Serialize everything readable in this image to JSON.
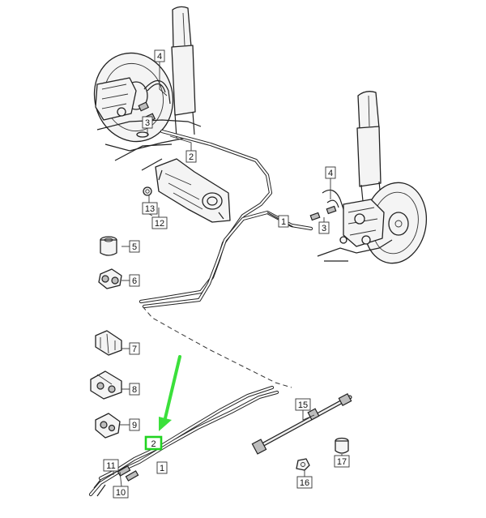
{
  "callouts": {
    "c1_upper": "1",
    "c1_lower": "1",
    "c2_upper": "2",
    "c2_lower": "2",
    "c3_left": "3",
    "c3_right": "3",
    "c4_left": "4",
    "c4_right": "4",
    "c5": "5",
    "c6": "6",
    "c7": "7",
    "c8": "8",
    "c9": "9",
    "c10": "10",
    "c11": "11",
    "c12": "12",
    "c13": "13",
    "c15": "15",
    "c16": "16",
    "c17": "17"
  },
  "highlight": {
    "target_callout": "2",
    "color": "#21d321",
    "arrow_color": "#3be03b"
  }
}
